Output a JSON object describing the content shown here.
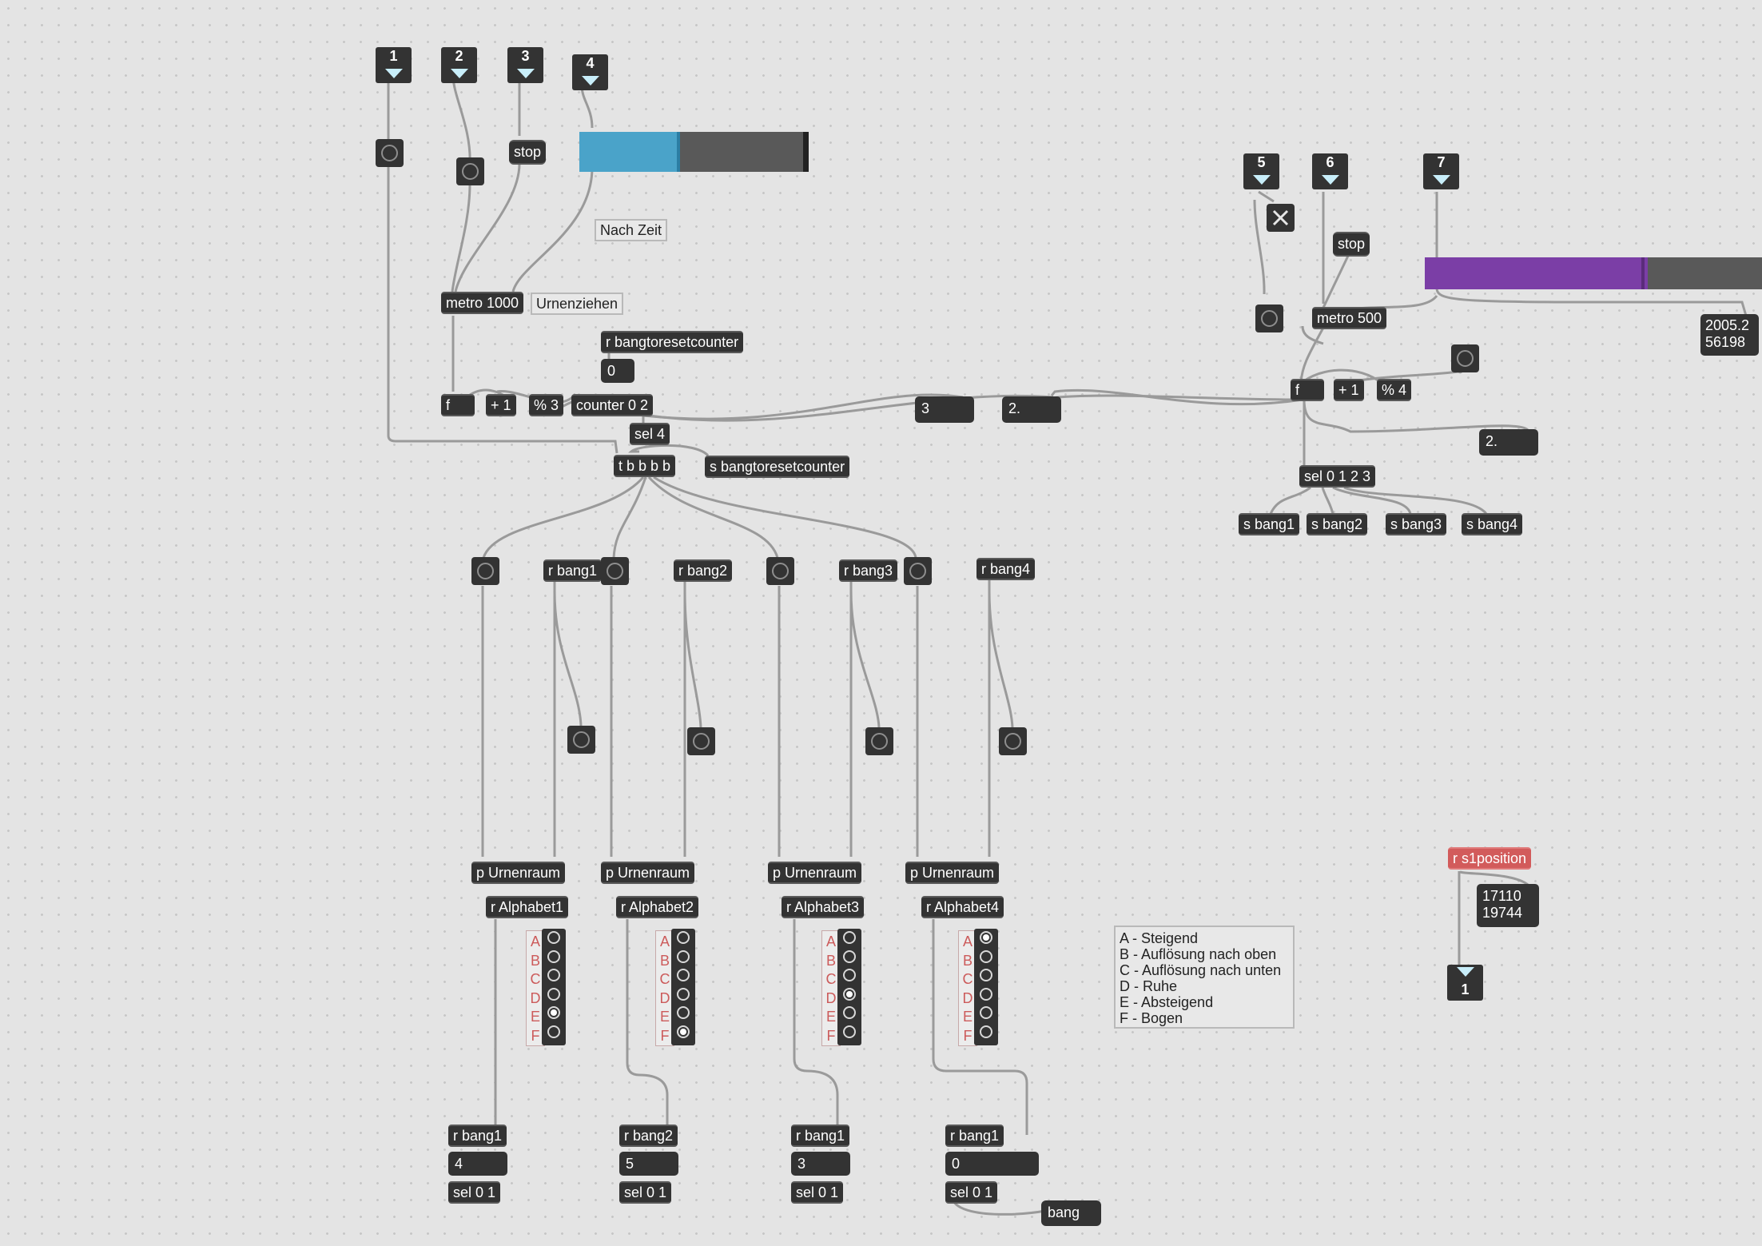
{
  "inlets": {
    "in1": "1",
    "in2": "2",
    "in3": "3",
    "in4": "4",
    "in5": "5",
    "in6": "6",
    "in7": "7",
    "out1": "1"
  },
  "objects": {
    "stop1": "stop",
    "stop2": "stop",
    "metro_a": "metro 1000",
    "metro_b": "metro 500",
    "r_bangtoreset": "r bangtoresetcounter",
    "s_bangtoreset": "s bangtoresetcounter",
    "f_a": "f",
    "plus_a": "+ 1",
    "mod_a": "% 3",
    "counter": "counter 0 2",
    "sel4": "sel 4",
    "trigger": "t b b b b",
    "f_b": "f",
    "plus_b": "+ 1",
    "mod_b": "% 4",
    "sel0123": "sel 0 1 2 3",
    "s_bang1": "s bang1",
    "s_bang2": "s bang2",
    "s_bang3": "s bang3",
    "s_bang4": "s bang4",
    "r_bang1": "r bang1",
    "r_bang2": "r bang2",
    "r_bang3": "r bang3",
    "r_bang4": "r bang4",
    "p_urnenraum": "p Urnenraum",
    "r_alph1": "r Alphabet1",
    "r_alph2": "r Alphabet2",
    "r_alph3": "r Alphabet3",
    "r_alph4": "r Alphabet4",
    "rb_1": "r bang1",
    "rb_2": "r bang2",
    "rb_3": "r bang1",
    "rb_4": "r bang1",
    "sel01": "sel 0 1",
    "bang_msg": "bang",
    "r_s1position": "r s1position"
  },
  "comments": {
    "nach_zeit": "Nach Zeit",
    "urnenziehen": "Urnenziehen"
  },
  "numbers": {
    "n_zero": "0",
    "n_3": "3",
    "n_2a": "2.",
    "n_2b": "2.",
    "n_pos": "2005.2\n56198",
    "n_s1pos": "17110\n19744",
    "b1": "4",
    "b2": "5",
    "b3": "3",
    "b4": "0"
  },
  "legend": [
    "A - Steigend",
    "B - Auflösung nach oben",
    "C - Auflösung nach unten",
    "D - Ruhe",
    "E - Absteigend",
    "F - Bogen"
  ],
  "radio_letters": [
    "A",
    "B",
    "C",
    "D",
    "E",
    "F"
  ],
  "radio_selected": {
    "alphabet1": 4,
    "alphabet2": 5,
    "alphabet3": 3,
    "alphabet4": 0
  },
  "sliders": {
    "blue": {
      "color": "#4aa3c9",
      "fill_fraction": 0.43
    },
    "purple": {
      "color": "#7b3ea6",
      "fill_fraction": 0.66
    }
  },
  "icons": {
    "toggle_x": "close-x-icon"
  }
}
